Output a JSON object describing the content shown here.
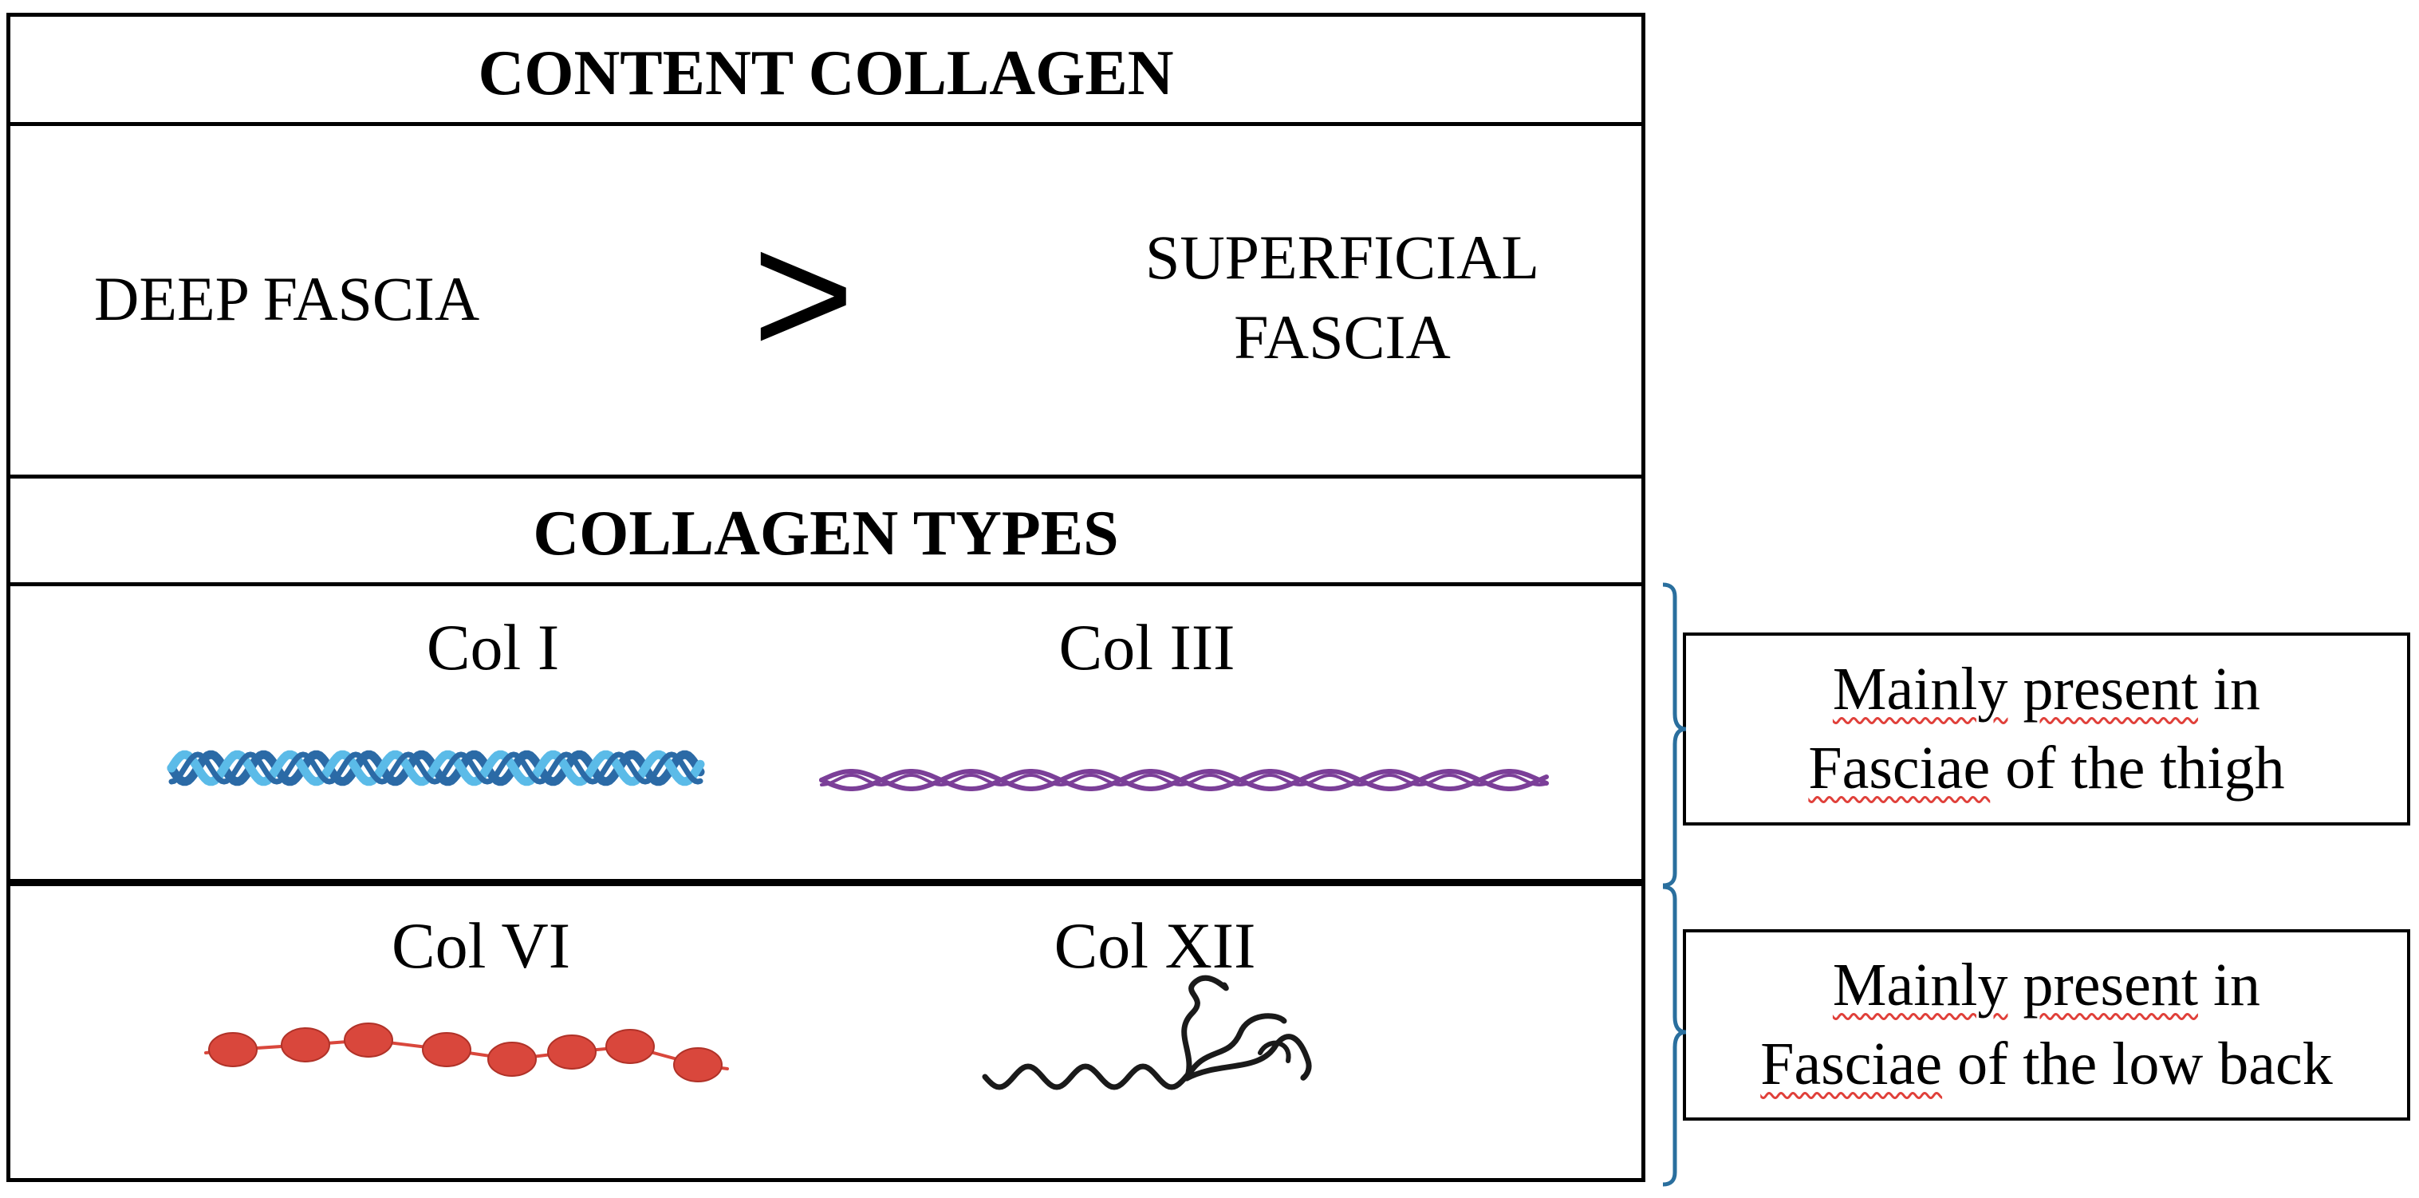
{
  "content_section": {
    "heading": "CONTENT COLLAGEN",
    "left_label": "DEEP FASCIA",
    "comparator": ">",
    "right_label_line1": "SUPERFICIAL",
    "right_label_line2": "FASCIA"
  },
  "types_section": {
    "heading": "COLLAGEN TYPES",
    "thigh_group": {
      "col_a": "Col I",
      "col_b": "Col III",
      "note_line1_w1": "Mainly",
      "note_line1_w2": "present",
      "note_line1_rest": " in",
      "note_line2_w1": "Fasciae",
      "note_line2_rest": " of the thigh"
    },
    "back_group": {
      "col_a": "Col VI",
      "col_b": "Col XII",
      "note_line1_w1": "Mainly",
      "note_line1_w2": "present",
      "note_line1_rest": " in",
      "note_line2_w1": "Fasciae",
      "note_line2_rest": " of the low back"
    }
  },
  "colors": {
    "col1_dark": "#2b6aa6",
    "col1_light": "#5bbbe8",
    "col3": "#7b3f98",
    "col6": "#d9473c",
    "col12": "#1a1a1a",
    "bracket": "#2a6f9e",
    "spellcheck_underline": "#e0403a"
  }
}
